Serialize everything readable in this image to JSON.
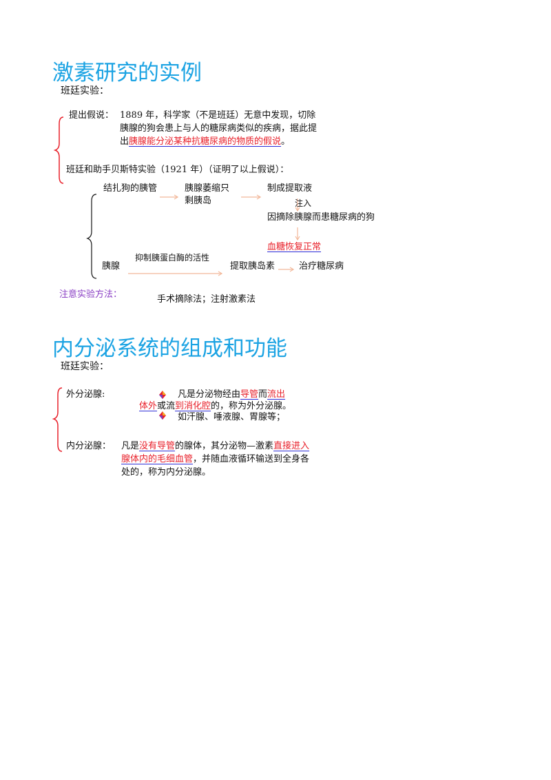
{
  "section1": {
    "title": "激素研究的实例",
    "subtitle": "班廷实验：",
    "hypothesis": {
      "label": "提出假说：",
      "line1": "1889 年，科学家（不是班廷）无意中发现，切除",
      "line2": "胰腺的狗会患上与人的糖尿病类似的疾病，据此提",
      "line3_prefix": "出",
      "line3_highlight": "胰腺能分泌某种抗糖尿病的物质的假说",
      "line3_suffix": "。"
    },
    "experiment_title": "班廷和助手贝斯特实验（1921 年）（证明了以上假说）：",
    "flow": {
      "step1": "结扎狗的胰管",
      "step2a": "胰腺萎缩只",
      "step2b": "剩胰岛",
      "step3": "制成提取液",
      "inject": "注入",
      "dog": "因摘除胰腺而患糖尿病的狗",
      "result": "血糖恢复正常",
      "pancreas": "胰腺",
      "inhibit": "抑制胰蛋白酶的活性",
      "extract": "提取胰岛素",
      "treat": "治疗糖尿病"
    },
    "method_label": "注意实验方法：",
    "method_text": "手术摘除法；注射激素法"
  },
  "section2": {
    "title": "内分泌系统的组成和功能",
    "subtitle": "班廷实验：",
    "exocrine": {
      "label": "外分泌腺:",
      "l1_a": "凡是分泌物经由",
      "l1_b": "导管",
      "l1_c": "而",
      "l1_d": "流出",
      "l2_a": "体外",
      "l2_b": "或流",
      "l2_c": "到消化腔",
      "l2_d": "的，称为外分泌腺。",
      "l3": "如汗腺、唾液腺、胃腺等；"
    },
    "endocrine": {
      "label": "内分泌腺：",
      "l1_a": "凡是",
      "l1_b": "没有导管",
      "l1_c": "的腺体，其分泌物—激素",
      "l1_d": "直接进入",
      "l2_a": "腺体内的毛细血管",
      "l2_b": "，并随血液循环输送到全身各",
      "l3": "处的，称为内分泌腺。"
    }
  },
  "colors": {
    "title_blue": "#1ba3e3",
    "brace_red": "#e8202a",
    "arrow": "#f2b89a",
    "purple": "#8a3fc4",
    "underline_blue": "#2b2bd6"
  }
}
